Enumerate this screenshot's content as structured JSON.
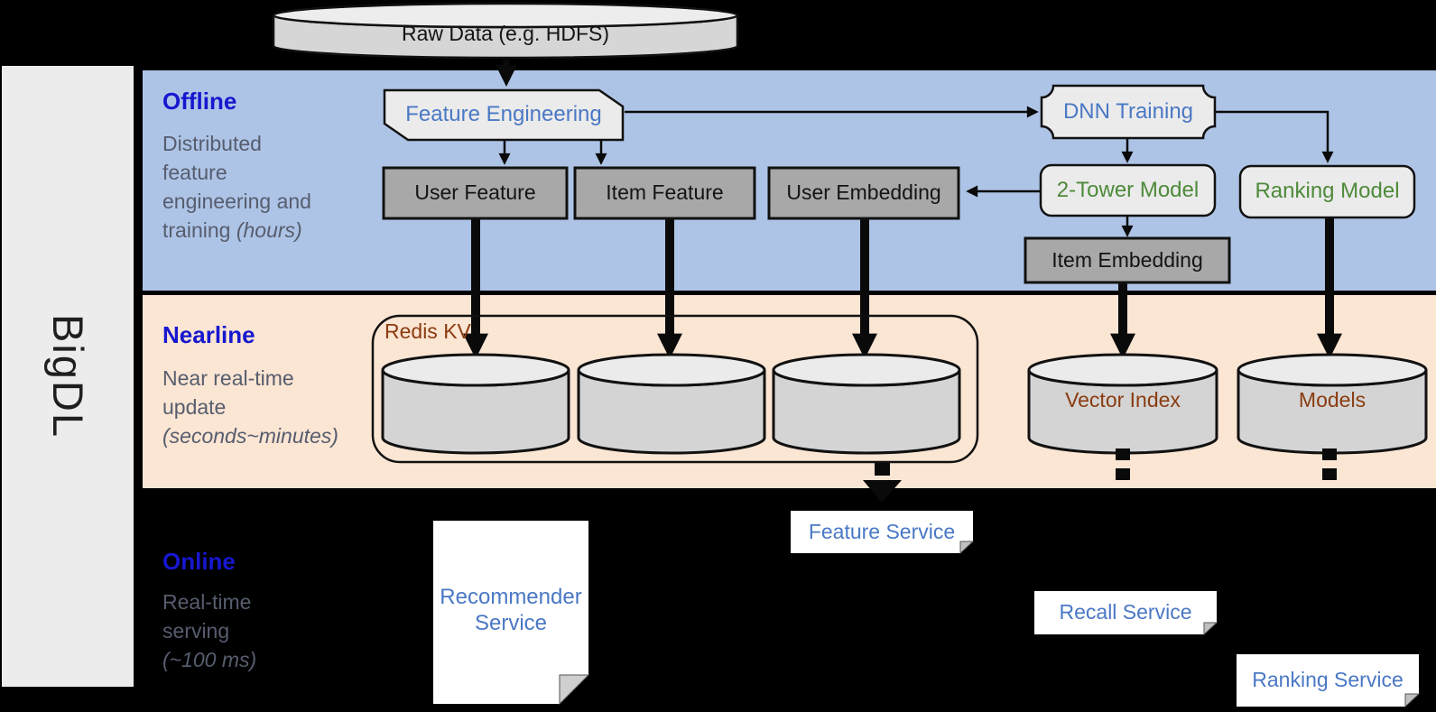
{
  "colors": {
    "background": "#000000",
    "sidebar": "#ececec",
    "offline_band": "#aec4e6",
    "nearline_band": "#fbe5d3",
    "section_title": "#1717cf",
    "description_text": "#565d6e",
    "process_text": "#4a78c5",
    "model_text": "#4e8a3a",
    "storage_text": "#8a3c10",
    "service_text": "#4a78c5",
    "dark_box_fill": "#a8a8a8",
    "light_shape_fill": "#ebebeb",
    "cylinder_fill": "#d6d6d6",
    "connector": "#0a0a0a"
  },
  "brand": {
    "label": "BigDL"
  },
  "data_source": {
    "label": "Raw Data (e.g. HDFS)"
  },
  "sections": {
    "offline": {
      "title": "Offline",
      "desc_lines": [
        "Distributed",
        "feature",
        "engineering and",
        "training"
      ],
      "desc_italic": "(hours)"
    },
    "nearline": {
      "title": "Nearline",
      "desc_lines": [
        "Near real-time",
        "update"
      ],
      "desc_italic": "(seconds~minutes)"
    },
    "online": {
      "title": "Online",
      "desc_lines": [
        "Real-time",
        "serving"
      ],
      "desc_italic": "(~100 ms)"
    }
  },
  "offline": {
    "feature_engineering": "Feature Engineering",
    "dnn_training": "DNN Training",
    "user_feature": "User Feature",
    "item_feature": "Item Feature",
    "user_embedding": "User Embedding",
    "two_tower_model": "2-Tower Model",
    "ranking_model": "Ranking Model",
    "item_embedding": "Item Embedding"
  },
  "nearline": {
    "redis_kv": "Redis KV",
    "vector_index": "Vector Index",
    "models": "Models"
  },
  "online": {
    "recommender_service": "Recommender Service",
    "feature_service": "Feature Service",
    "recall_service": "Recall Service",
    "ranking_service": "Ranking Service"
  }
}
